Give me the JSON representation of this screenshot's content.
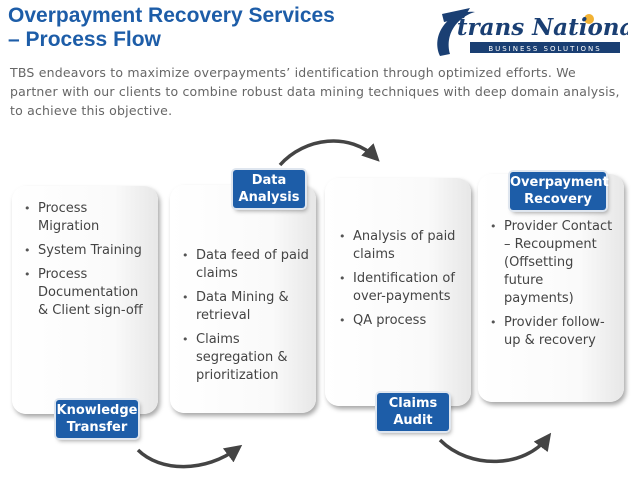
{
  "header": {
    "title_line1": "Overpayment Recovery Services",
    "title_line2": "– Process Flow",
    "intro": "TBS endeavors to maximize overpayments’ identification through optimized efforts. We partner with our clients to combine robust data mining techniques with deep domain analysis, to achieve this objective."
  },
  "logo": {
    "text": "trans National",
    "tagline": "BUSINESS SOLUTIONS",
    "colors": {
      "primary": "#1a3f73",
      "accent": "#f2b233"
    }
  },
  "colors": {
    "title": "#1d5da8",
    "label_bg": "#1d5da8",
    "body_text": "#444444",
    "arrow": "#444444"
  },
  "steps": [
    {
      "label": "Knowledge Transfer",
      "items": [
        "Process Migration",
        "System Training",
        "Process Documentation & Client sign-off"
      ]
    },
    {
      "label": "Data Analysis",
      "items": [
        "Data feed of paid claims",
        "Data Mining & retrieval",
        "Claims segregation & prioritization"
      ]
    },
    {
      "label": "Claims Audit",
      "items": [
        "Analysis of paid claims",
        "Identification of over-payments",
        "QA process"
      ]
    },
    {
      "label": "Overpayment Recovery",
      "items": [
        "Provider Contact – Recoupment (Offsetting future payments)",
        "Provider follow-up & recovery"
      ]
    }
  ]
}
